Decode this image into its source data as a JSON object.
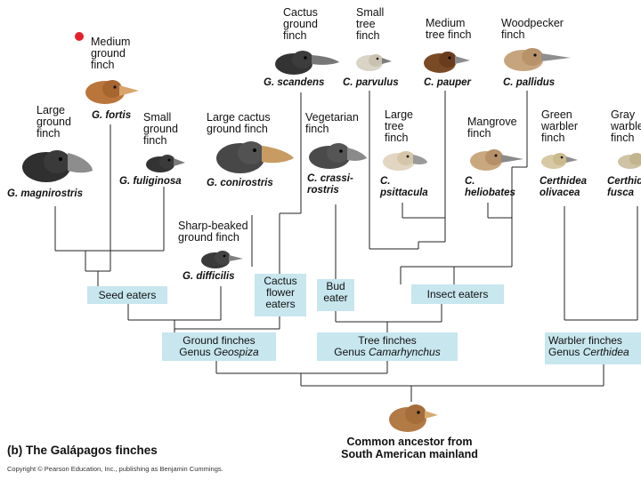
{
  "finches": [
    {
      "id": "g-fortis",
      "common": "Medium ground finch",
      "sci": "G. fortis",
      "lines": [
        "Medium",
        "ground",
        "finch"
      ]
    },
    {
      "id": "g-magnirostris",
      "common": "Large ground finch",
      "sci": "G. magnirostris",
      "lines": [
        "Large",
        "ground",
        "finch"
      ]
    },
    {
      "id": "g-fuliginosa",
      "common": "Small ground finch",
      "sci": "G. fuliginosa",
      "lines": [
        "Small",
        "ground",
        "finch"
      ]
    },
    {
      "id": "g-conirostris",
      "common": "Large cactus ground finch",
      "sci": "G. conirostris",
      "lines": [
        "Large cactus",
        "ground finch"
      ]
    },
    {
      "id": "g-difficilis",
      "common": "Sharp-beaked ground finch",
      "sci": "G. difficilis",
      "lines": [
        "Sharp-beaked",
        "ground finch"
      ]
    },
    {
      "id": "g-scandens",
      "common": "Cactus ground finch",
      "sci": "G. scandens",
      "lines": [
        "Cactus",
        "ground",
        "finch"
      ]
    },
    {
      "id": "c-parvulus",
      "common": "Small tree finch",
      "sci": "C. parvulus",
      "lines": [
        "Small",
        "tree",
        "finch"
      ]
    },
    {
      "id": "c-pauper",
      "common": "Medium tree finch",
      "sci": "C. pauper",
      "lines": [
        "Medium",
        "tree finch"
      ]
    },
    {
      "id": "c-pallidus",
      "common": "Woodpecker finch",
      "sci": "C. pallidus",
      "lines": [
        "Woodpecker",
        "finch"
      ]
    },
    {
      "id": "c-crassirostris",
      "common": "Vegetarian finch",
      "sci": "C. crassi-rostris",
      "lines": [
        "Vegetarian",
        "finch"
      ],
      "sci_lines": [
        "C. crassi-",
        "rostris"
      ]
    },
    {
      "id": "c-psittacula",
      "common": "Large tree finch",
      "sci": "C. psittacula",
      "lines": [
        "Large",
        "tree",
        "finch"
      ],
      "sci_lines": [
        "C.",
        "psittacula"
      ]
    },
    {
      "id": "c-heliobates",
      "common": "Mangrove finch",
      "sci": "C. heliobates",
      "lines": [
        "Mangrove",
        "finch"
      ],
      "sci_lines": [
        "C.",
        "heliobates"
      ]
    },
    {
      "id": "certhidea-olivacea",
      "common": "Green warbler finch",
      "sci": "Certhidea olivacea",
      "lines": [
        "Green",
        "warbler",
        "finch"
      ],
      "sci_lines": [
        "Certhidea",
        "olivacea"
      ]
    },
    {
      "id": "certhidea-fusca",
      "common": "Gray warbler finch",
      "sci": "Certhidea fusca",
      "lines": [
        "Gray",
        "warbler",
        "finch"
      ],
      "sci_lines": [
        "Certhidea",
        "fusca"
      ]
    }
  ],
  "diet_labels": {
    "seed_eaters": "Seed eaters",
    "cactus_flower_eaters": [
      "Cactus",
      "flower",
      "eaters"
    ],
    "bud_eater": [
      "Bud",
      "eater"
    ],
    "insect_eaters": "Insect eaters"
  },
  "genus_labels": {
    "ground": {
      "line1": "Ground finches",
      "prefix": "Genus ",
      "genus": "Geospiza"
    },
    "tree": {
      "line1": "Tree finches",
      "prefix": "Genus ",
      "genus": "Camarhynchus"
    },
    "warbler": {
      "line1": "Warbler finches",
      "prefix": "Genus ",
      "genus": "Certhidea"
    }
  },
  "ancestor": {
    "line1": "Common ancestor from",
    "line2": "South American mainland"
  },
  "caption": "(b) The Galápagos finches",
  "copyright": "Copyright © Pearson Education, Inc., publishing as Benjamin Cummings.",
  "colors": {
    "label_box": "#c7e6ee",
    "marker": "#e3212b",
    "branch": "#222222"
  }
}
